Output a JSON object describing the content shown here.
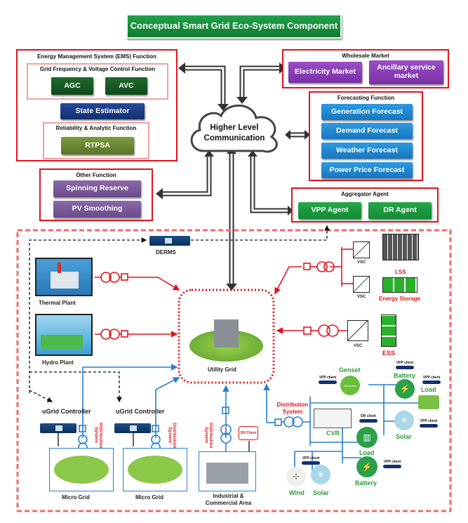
{
  "title": "Conceptual Smart Grid Eco-System Component",
  "ems": {
    "title": "Energy Management System (EMS) Function",
    "grid_control": {
      "title": "Grid Frequency & Voltage Control Function",
      "items": [
        "AGC",
        "AVC"
      ]
    },
    "state_estimator": "State Estimator",
    "reliability": {
      "title": "Reliability & Analytic Function",
      "items": [
        "RTPSA"
      ]
    }
  },
  "wholesale": {
    "title": "Wholesale Market",
    "items": [
      "Electricity Market",
      "Ancillary service market"
    ]
  },
  "forecasting": {
    "title": "Forecasting Function",
    "items": [
      "Generation Forecast",
      "Demand Forecast",
      "Weather Forecast",
      "Power Price Forecast"
    ]
  },
  "cloud": {
    "label_line1": "Higher Level",
    "label_line2": "Communication"
  },
  "other": {
    "title": "Other Function",
    "items": [
      "Spinning Reserve",
      "PV Smoothing"
    ]
  },
  "aggregator": {
    "title": "Aggregator Agent",
    "items": [
      "VPP Agent",
      "DR Agent"
    ]
  },
  "grid": {
    "derms": "DERMS",
    "thermal": "Thermal Plant",
    "hydro": "Hydro Plant",
    "utility": "Utility Grid",
    "vsc": "VSC",
    "lss": "LSS",
    "energy_storage": "Energy Storage",
    "ess": "ESS",
    "ugrid_controller": "uGrid Controller",
    "distribution_system": "Distribution System",
    "micro_grid": "Micro Grid",
    "dr_client": "DR Client",
    "industrial": "Industrial & Commercial Area",
    "vpp_client": "VPP client",
    "dr_client_small": "DR client",
    "genset": "Genset",
    "generator": "Generator",
    "battery": "Battery",
    "load": "Load",
    "solar": "Solar",
    "wind": "Wind",
    "cvr": "CVR"
  },
  "colors": {
    "frame": "#e0141e",
    "blue_line": "#2a7fd0",
    "title_bg": "#148a34"
  }
}
